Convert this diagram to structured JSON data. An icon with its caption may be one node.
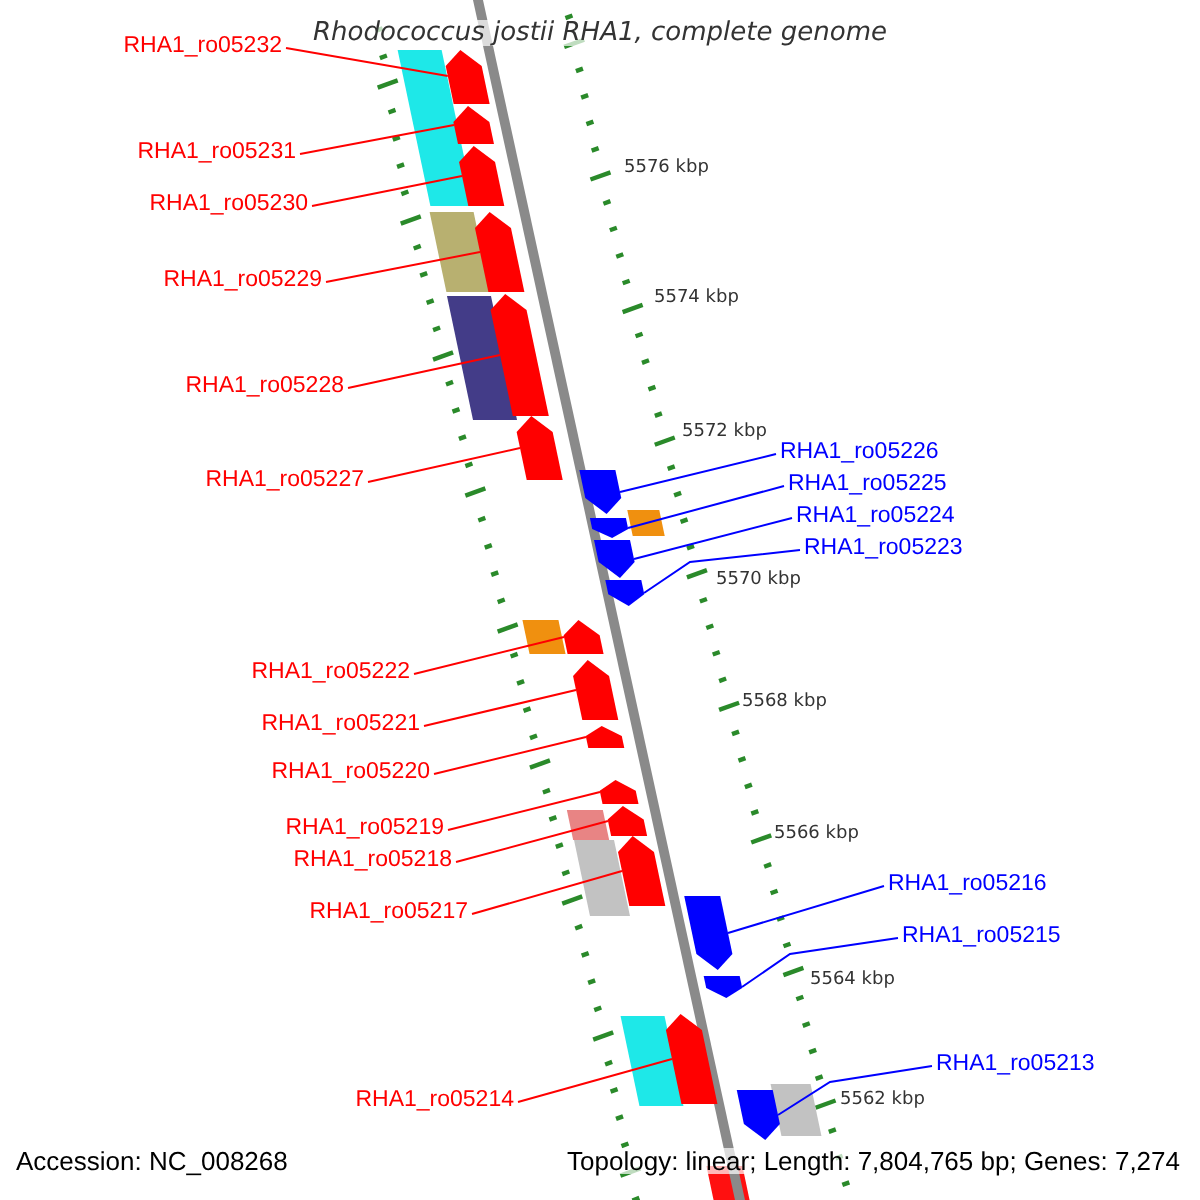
{
  "diagram": {
    "title": "Rhodococcus jostii RHA1, complete genome",
    "nodes": [
      {
        "text": [
          "RHA1_ro05232"
        ]
      },
      {
        "text": [
          "RHA1_ro05231"
        ]
      },
      {
        "text": [
          "RHA1_ro05230"
        ]
      },
      {
        "text": [
          "RHA1_ro05229"
        ]
      },
      {
        "text": [
          "RHA1_ro05228"
        ]
      },
      {
        "text": [
          "RHA1_ro05227"
        ]
      },
      {
        "text": [
          "RHA1_ro05222"
        ]
      },
      {
        "text": [
          "RHA1_ro05221"
        ]
      },
      {
        "text": [
          "RHA1_ro05220"
        ]
      },
      {
        "text": [
          "RHA1_ro05219"
        ]
      },
      {
        "text": [
          "RHA1_ro05218"
        ]
      },
      {
        "text": [
          "RHA1_ro05217"
        ]
      },
      {
        "text": [
          "RHA1_ro05214"
        ]
      },
      {
        "text": [
          "RHA1_ro05226"
        ]
      },
      {
        "text": [
          "RHA1_ro05225"
        ]
      },
      {
        "text": [
          "RHA1_ro05224"
        ]
      },
      {
        "text": [
          "RHA1_ro05223"
        ]
      },
      {
        "text": [
          "RHA1_ro05216"
        ]
      },
      {
        "text": [
          "RHA1_ro05215"
        ]
      },
      {
        "text": [
          "RHA1_ro05213"
        ]
      },
      {
        "text": [],
        "shape": "arrow"
      },
      {
        "text": [],
        "shape": "arrow"
      },
      {
        "text": [],
        "shape": "arrow"
      },
      {
        "text": [],
        "shape": "arrow"
      },
      {
        "text": [],
        "shape": "arrow"
      },
      {
        "text": [],
        "shape": "arrow"
      },
      {
        "text": [],
        "shape": "arrow"
      },
      {
        "text": [],
        "shape": "arrow"
      },
      {
        "text": [],
        "shape": "arrow"
      },
      {
        "text": [],
        "shape": "arrow"
      },
      {
        "text": [],
        "shape": "arrow"
      },
      {
        "text": [],
        "shape": "arrow"
      },
      {
        "text": [],
        "shape": "arrow"
      },
      {
        "text": [],
        "shape": "arrow"
      },
      {
        "text": [],
        "shape": "arrow"
      },
      {
        "text": [],
        "shape": "arrow"
      },
      {
        "text": [],
        "shape": "arrow"
      },
      {
        "text": [],
        "shape": "arrow"
      },
      {
        "text": [],
        "shape": "arrow"
      },
      {
        "text": [],
        "shape": "arrow"
      },
      {
        "text": [],
        "shape": "box"
      },
      {
        "text": [],
        "shape": "box"
      },
      {
        "text": [],
        "shape": "box"
      },
      {
        "text": [],
        "shape": "box"
      },
      {
        "text": [],
        "shape": "box"
      },
      {
        "text": [],
        "shape": "box"
      },
      {
        "text": [],
        "shape": "box"
      },
      {
        "text": [],
        "shape": "box"
      },
      {
        "text": [],
        "shape": "box"
      },
      {
        "text": [],
        "shape": "box"
      },
      {
        "text": [],
        "shape": "bar"
      }
    ],
    "edges": [
      {
        "from": 0,
        "to": 20,
        "arrow": "none"
      },
      {
        "from": 1,
        "to": 21,
        "arrow": "none"
      },
      {
        "from": 2,
        "to": 22,
        "arrow": "none"
      },
      {
        "from": 3,
        "to": 23,
        "arrow": "none"
      },
      {
        "from": 4,
        "to": 24,
        "arrow": "none"
      },
      {
        "from": 5,
        "to": 25,
        "arrow": "none"
      },
      {
        "from": 6,
        "to": 26,
        "arrow": "none"
      },
      {
        "from": 7,
        "to": 27,
        "arrow": "none"
      },
      {
        "from": 8,
        "to": 28,
        "arrow": "none"
      },
      {
        "from": 9,
        "to": 29,
        "arrow": "none"
      },
      {
        "from": 10,
        "to": 30,
        "arrow": "none"
      },
      {
        "from": 11,
        "to": 31,
        "arrow": "none"
      },
      {
        "from": 12,
        "to": 32,
        "arrow": "none"
      },
      {
        "from": 13,
        "to": 33,
        "arrow": "none",
        "color": "#0000ff"
      },
      {
        "from": 14,
        "to": 34,
        "arrow": "none",
        "color": "#0000ff"
      },
      {
        "from": 15,
        "to": 35,
        "arrow": "none",
        "color": "#0000ff"
      },
      {
        "from": 16,
        "to": 36,
        "arrow": "none",
        "color": "#0000ff"
      },
      {
        "from": 17,
        "to": 37,
        "arrow": "none",
        "color": "#0000ff"
      },
      {
        "from": 18,
        "to": 38,
        "arrow": "none",
        "color": "#0000ff"
      },
      {
        "from": 19,
        "to": 39,
        "arrow": "none",
        "color": "#0000ff"
      }
    ],
    "labels": [
      "5576 kbp",
      "5574 kbp",
      "5572 kbp",
      "5570 kbp",
      "5568 kbp",
      "5566 kbp",
      "5564 kbp",
      "5562 kbp",
      "Accession: NC_008268",
      "Topology: linear; Length: 7,804,765 bp; Genes: 7,274"
    ]
  }
}
